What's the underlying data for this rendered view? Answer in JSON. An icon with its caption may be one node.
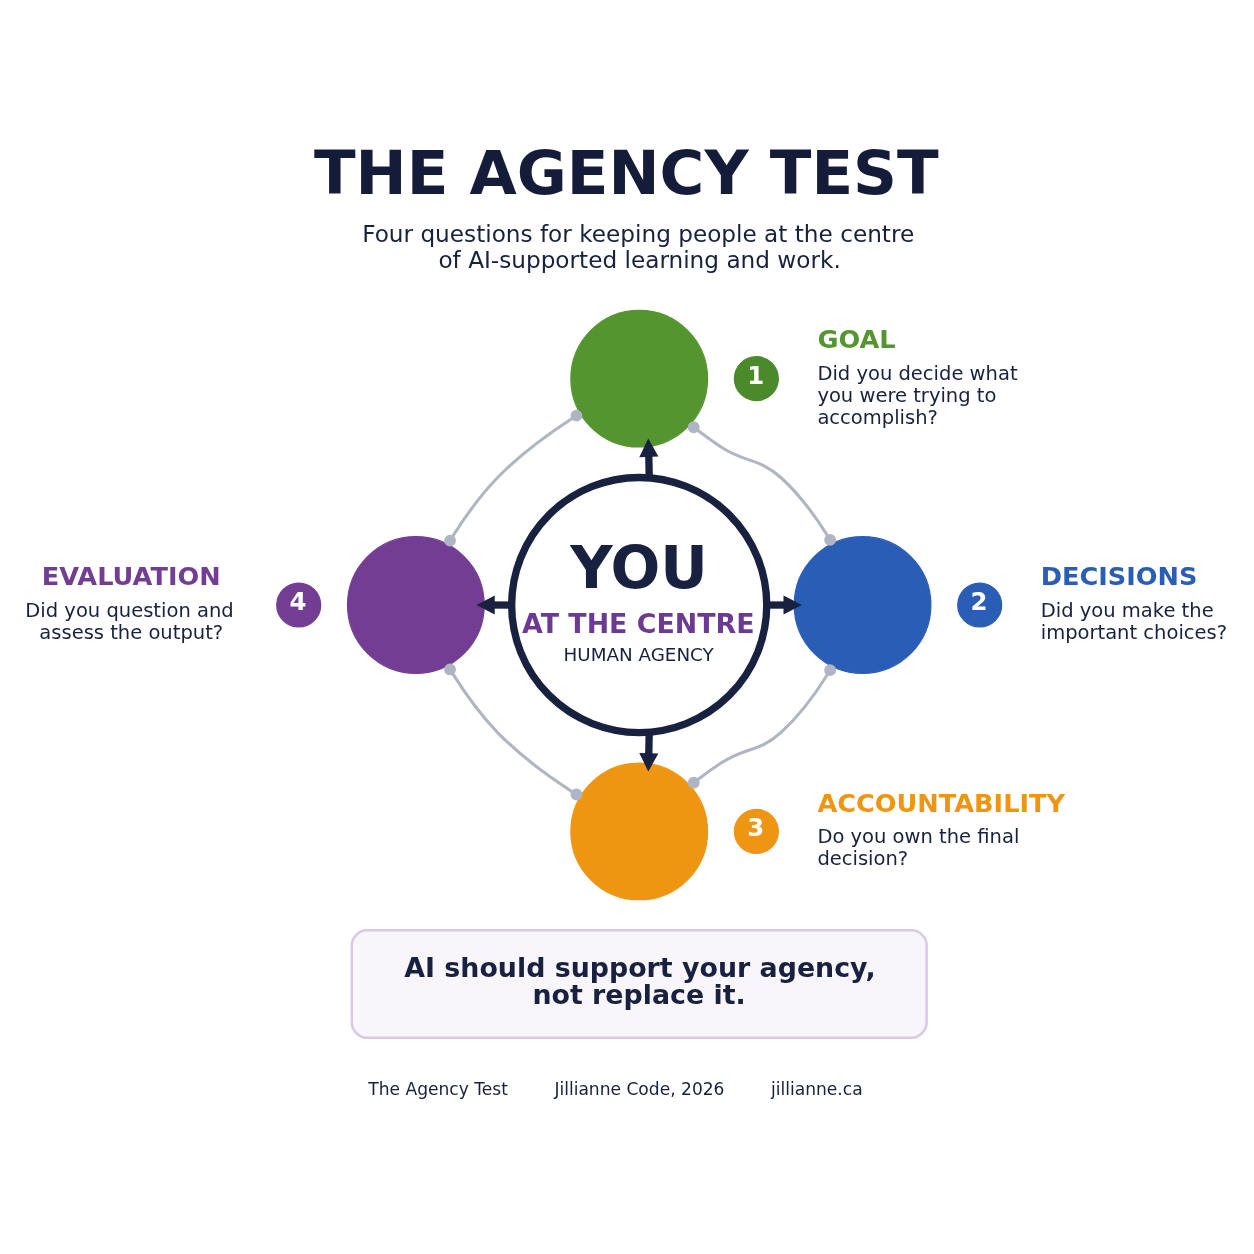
{
  "diagram": {
    "title": "THE AGENCY TEST",
    "nodes": [
      {
        "text": [],
        "shape": "circle",
        "beside": [
          "GOAL",
          "Did you decide what you were trying to accomplish?"
        ]
      },
      {
        "text": [
          "1"
        ]
      },
      {
        "text": [],
        "shape": "circle",
        "beside": [
          "EVALUATION",
          "Did you question and assess the output?"
        ]
      },
      {
        "text": [
          "4"
        ]
      },
      {
        "text": [
          "YOU",
          "AT THE CENTRE",
          "HUMAN AGENCY"
        ]
      },
      {
        "text": [],
        "shape": "circle",
        "beside": [
          "DECISIONS",
          "Did you make the important choices?"
        ]
      },
      {
        "text": [
          "2"
        ]
      },
      {
        "text": [],
        "shape": "circle",
        "beside": [
          "ACCOUNTABILITY",
          "Do you own the final decision?"
        ]
      },
      {
        "text": [
          "3"
        ]
      },
      {
        "text": [
          "AI should support your agency, not replace it."
        ]
      }
    ],
    "edges": [
      {
        "from": 4,
        "to": 0,
        "arrow": "to",
        "style": "thick",
        "color": "#18213f"
      },
      {
        "from": 4,
        "to": 5,
        "arrow": "to",
        "style": "thick",
        "color": "#18213f"
      },
      {
        "from": 4,
        "to": 7,
        "arrow": "to",
        "style": "thick",
        "color": "#18213f"
      },
      {
        "from": 4,
        "to": 2,
        "arrow": "to",
        "style": "thick",
        "color": "#18213f"
      },
      {
        "from": 0,
        "to": 5,
        "arrow": "other",
        "color": "#b0b5c3"
      },
      {
        "from": 5,
        "to": 7,
        "arrow": "other",
        "color": "#b0b5c3"
      },
      {
        "from": 7,
        "to": 2,
        "arrow": "other",
        "color": "#b0b5c3"
      },
      {
        "from": 2,
        "to": 0,
        "arrow": "other",
        "color": "#b0b5c3"
      }
    ],
    "labels": [
      "Four questions for keeping people at the centre of AI-supported learning and work.",
      "The Agency Test",
      "Jillianne Code, 2026",
      "jillianne.ca"
    ]
  }
}
